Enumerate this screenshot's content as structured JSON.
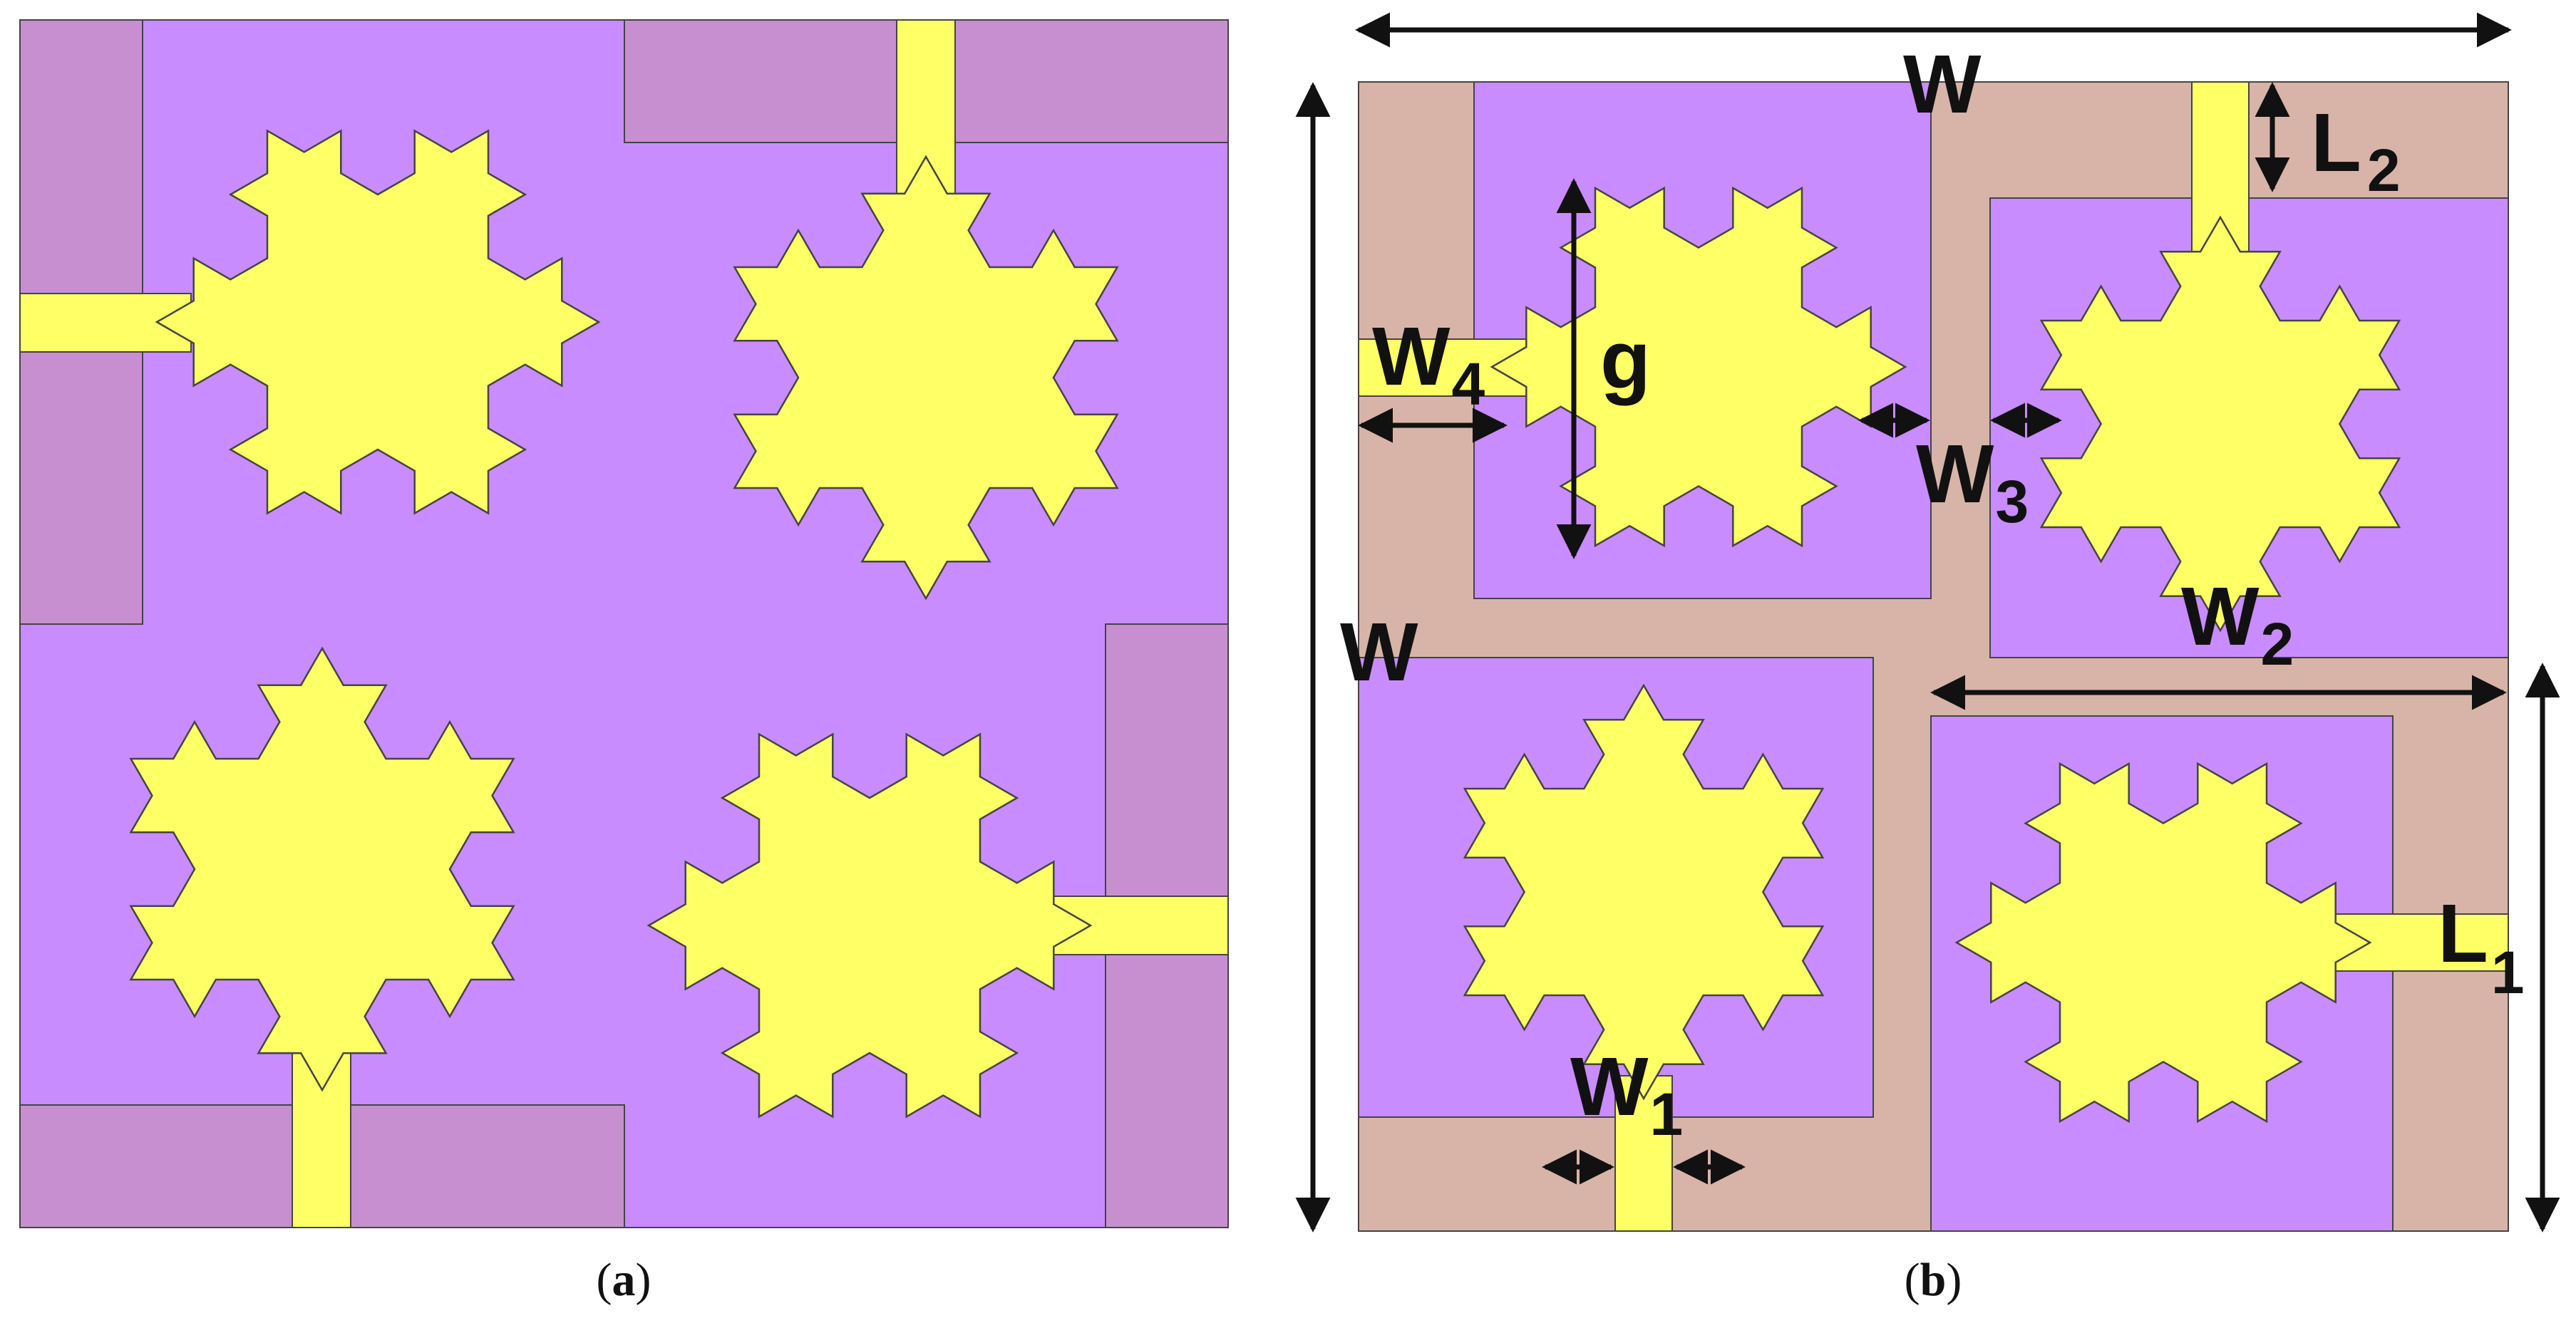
{
  "colors": {
    "substrate": "#c98cff",
    "ground_strip": "#c88fd0",
    "ground_plane": "#d8b4a8",
    "inner_substrate": "#c98cff",
    "patch": "#ffff66",
    "outline": "#444444",
    "arrow": "#111111"
  },
  "panels": {
    "a": {
      "caption_open": "(",
      "caption_letter": "a",
      "caption_close": ")"
    },
    "b": {
      "caption_open": "(",
      "caption_letter": "b",
      "caption_close": ")"
    }
  },
  "labels": {
    "w_top": "W",
    "w_left": "W",
    "l2_main": "L",
    "l2_sub": "2",
    "w4_main": "W",
    "w4_sub": "4",
    "g": "g",
    "w3_main": "W",
    "w3_sub": "3",
    "w2_main": "W",
    "w2_sub": "2",
    "l1_main": "L",
    "l1_sub": "1",
    "w1_main": "W",
    "w1_sub": "1"
  },
  "icons": {
    "patch": "koch-snowflake-fractal-patch",
    "arrow": "double-headed-dimension-arrow"
  }
}
